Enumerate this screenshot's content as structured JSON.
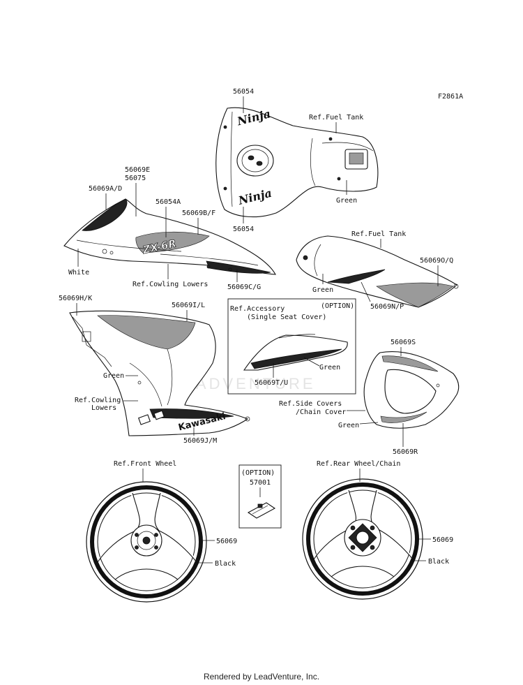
{
  "diagram": {
    "figure_code": "F2861A",
    "watermark": "LEADVENTURE",
    "footer": "Rendered by LeadVenture, Inc.",
    "labels": {
      "tank_top": "56054",
      "tank_bottom": "56054",
      "ref_fuel_tank_1": "Ref.Fuel Tank",
      "green_tank": "Green",
      "p56069e": "56069E",
      "p56075": "56075",
      "p56069ad": "56069A/D",
      "p56054a": "56054A",
      "p56069bf": "56069B/F",
      "white": "White",
      "ref_cowling_lowers_1": "Ref.Cowling Lowers",
      "p56069cg": "56069C/G",
      "ref_fuel_tank_2": "Ref.Fuel Tank",
      "p56069oq": "56069O/Q",
      "green_tank2": "Green",
      "p56069np": "56069N/P",
      "p56069hk": "56069H/K",
      "p56069il": "56069I/L",
      "green_cowl": "Green",
      "ref_cowling_lowers_2a": "Ref.Cowling",
      "ref_cowling_lowers_2b": "Lowers",
      "p56069jm": "56069J/M",
      "ref_accessory": "Ref.Accessory",
      "single_seat_cover": "(Single Seat Cover)",
      "option_1": "(OPTION)",
      "green_seat": "Green",
      "p56069tu": "56069T/U",
      "p56069s": "56069S",
      "ref_side_covers": "Ref.Side Covers",
      "chain_cover": "/Chain Cover",
      "green_side": "Green",
      "p56069r": "56069R",
      "ref_front_wheel": "Ref.Front Wheel",
      "option_2": "(OPTION)",
      "p57001": "57001",
      "ref_rear_wheel": "Ref.Rear Wheel/Chain",
      "p56069_front": "56069",
      "black_front": "Black",
      "p56069_rear": "56069",
      "black_rear": "Black"
    },
    "decal_text": {
      "ninja_top": "Ninja",
      "ninja_bottom": "Ninja",
      "zx6r": "ZX-6R",
      "kawasaki": "Kawasaki"
    }
  }
}
